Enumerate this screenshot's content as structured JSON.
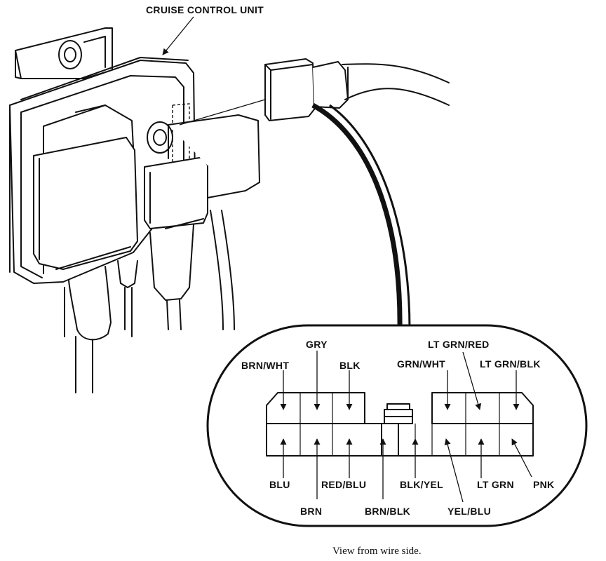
{
  "diagram": {
    "title_label": "CRUISE CONTROL UNIT",
    "caption": "View from wire side.",
    "wire_labels": {
      "brn_wht": "BRN/WHT",
      "gry": "GRY",
      "blk": "BLK",
      "grn_wht": "GRN/WHT",
      "lt_grn_red": "LT GRN/RED",
      "lt_grn_blk": "LT GRN/BLK",
      "blu": "BLU",
      "brn": "BRN",
      "red_blu": "RED/BLU",
      "brn_blk": "BRN/BLK",
      "blk_yel": "BLK/YEL",
      "yel_blu": "YEL/BLU",
      "lt_grn": "LT GRN",
      "pnk": "PNK"
    }
  }
}
